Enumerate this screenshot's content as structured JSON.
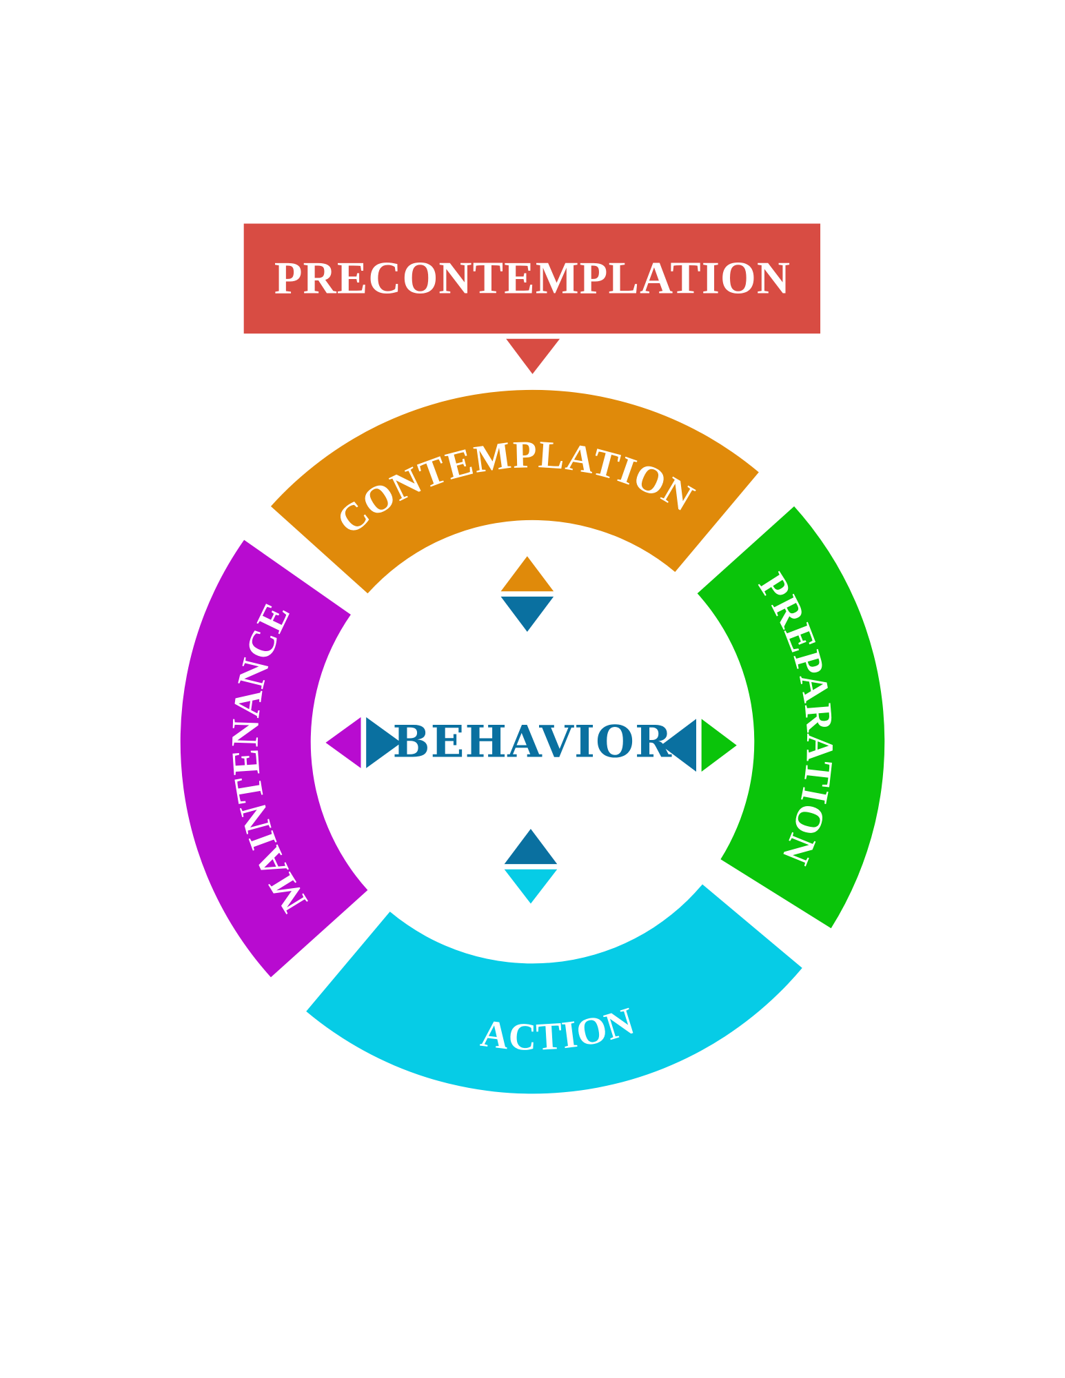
{
  "title": "PRECONTEMPLATION",
  "center": "BEHAVIOR",
  "stages": {
    "contemplation": "CONTEMPLATION",
    "preparation": "PREPARATION",
    "action": "ACTION",
    "maintenance": "MAINTENANCE"
  },
  "colors": {
    "precontemplation": "#d84c43",
    "contemplation": "#e08a0a",
    "preparation": "#0ac40a",
    "action": "#06cce6",
    "maintenance": "#b80bd0",
    "behavior": "#0a70a0"
  }
}
